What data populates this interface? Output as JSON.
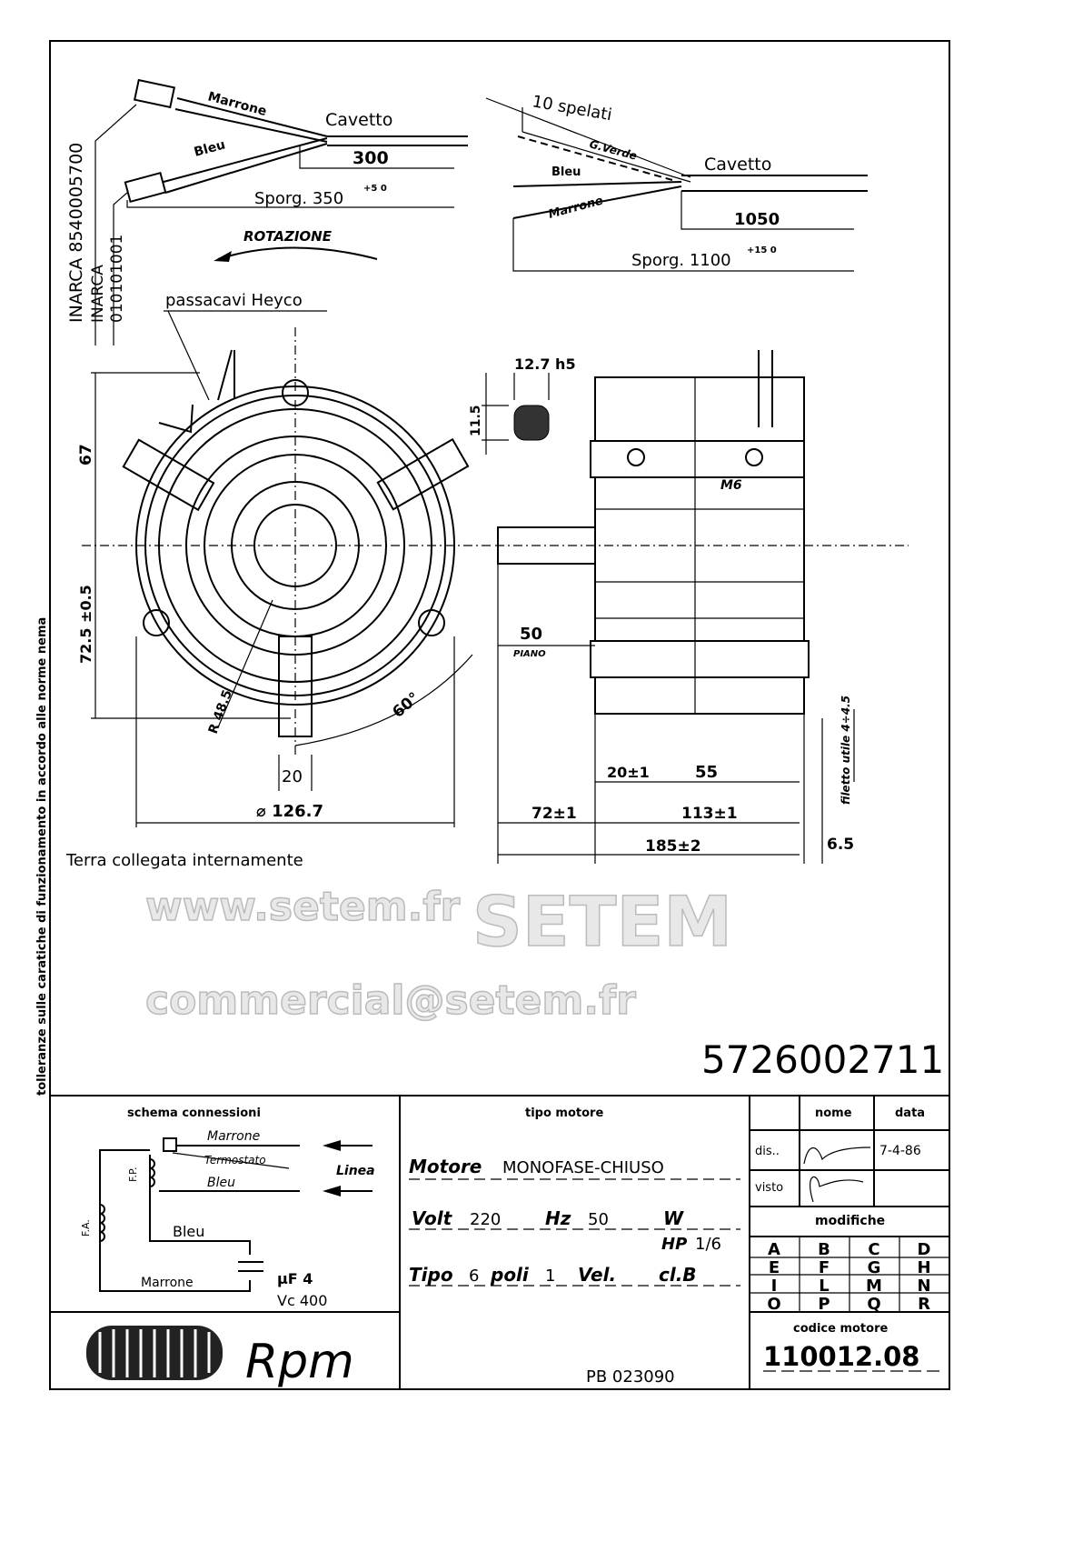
{
  "side_note": "tolleranze sulle caratiche di funzionamento in accordo alle norme nema",
  "codes": {
    "inarca1": "INARCA 8540005700",
    "inarca2": "INARCA",
    "inarca2_code": "010101001"
  },
  "cable_left": {
    "wire1": "Marrone",
    "wire2": "Bleu",
    "cable": "Cavetto",
    "dim1": "300",
    "sporg": "Sporg. 350",
    "tol": "+5 0"
  },
  "cable_right": {
    "strip": "10 spelati",
    "wire_gv": "G.Verde",
    "wire1": "Bleu",
    "wire2": "Marrone",
    "cable": "Cavetto",
    "dim1": "1050",
    "sporg": "Sporg. 1100",
    "tol": "+15 0"
  },
  "rotation": "ROTAZIONE",
  "passacavi": "passacavi Heyco",
  "front_view": {
    "dim_67": "67",
    "dim_725": "72.5 ±0.5",
    "radius": "R 48.5",
    "angle": "60°",
    "dim_20": "20",
    "diameter": "⌀ 126.7",
    "ground_note": "Terra collegata internamente"
  },
  "shaft": {
    "dim_127": "12.7 h5",
    "dim_115": "11.5"
  },
  "side_view": {
    "m6": "M6",
    "dim_50": "50",
    "piano": "PIANO",
    "dim_20": "20±1",
    "dim_55": "55",
    "dim_72": "72±1",
    "dim_113": "113±1",
    "dim_185": "185±2",
    "dim_65": "6.5",
    "thread": "filetto utile 4÷4.5"
  },
  "watermark": {
    "line1": "www.setem.fr",
    "line2": "SETEM",
    "line3": "commercial@setem.fr"
  },
  "drawing_number": "5726002711",
  "schema": {
    "title": "schema connessioni",
    "marrone_top": "Marrone",
    "termostato": "Termostato",
    "bleu_top": "Bleu",
    "linea": "Linea",
    "fp": "F.P.",
    "fa": "F.A.",
    "bleu_bottom": "Bleu",
    "marrone_bottom": "Marrone",
    "uf": "µF 4",
    "vc": "Vc 400"
  },
  "tipo_motore": {
    "title": "tipo motore",
    "motore_label": "Motore",
    "motore_value": "MONOFASE-CHIUSO",
    "volt_label": "Volt",
    "volt_value": "220",
    "hz_label": "Hz",
    "hz_value": "50",
    "w_label": "W",
    "hp_label": "HP",
    "hp_value": "1/6",
    "tipo_label": "Tipo",
    "tipo_value": "6",
    "poli_label": "poli",
    "poli_value": "1",
    "vel_label": "Vel.",
    "cl_label": "cl.B"
  },
  "signatures": {
    "nome": "nome",
    "data": "data",
    "dis": "dis..",
    "dis_date": "7-4-86",
    "visto": "visto"
  },
  "modifiche": {
    "title": "modifiche",
    "letters": [
      "A",
      "B",
      "C",
      "D",
      "E",
      "F",
      "G",
      "H",
      "I",
      "L",
      "M",
      "N",
      "O",
      "P",
      "Q",
      "R"
    ]
  },
  "logo": "Rpm",
  "pb_code": "PB 023090",
  "codice_motore": {
    "label": "codice motore",
    "value": "110012.08"
  }
}
